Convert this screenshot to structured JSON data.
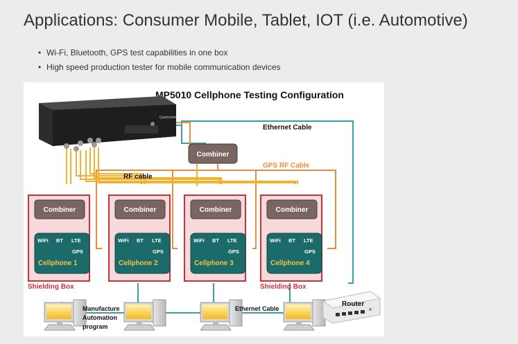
{
  "page": {
    "title": "Applications: Consumer Mobile, Tablet, IOT (i.e. Automotive)",
    "bullets": [
      "Wi-Fi, Bluetooth, GPS test capabilities in one box",
      "High speed production tester for mobile communication devices"
    ]
  },
  "diagram": {
    "title": "MP5010 Cellphone Testing Configuration",
    "instrument_brand": "Qualcomm",
    "main_combiner_label": "Combiner",
    "cable_labels": {
      "ethernet_top": "Ethernet Cable",
      "gps_rf": "GPS RF Cable",
      "rf": "RF cable",
      "ethernet_bottom": "Ethernet Cable"
    },
    "stations": [
      {
        "combiner": "Combiner",
        "wifi": "WiFi",
        "bt": "BT",
        "lte": "LTE",
        "gps": "GPS",
        "phone": "Cellphone  1"
      },
      {
        "combiner": "Combiner",
        "wifi": "WiFi",
        "bt": "BT",
        "lte": "LTE",
        "gps": "GPS",
        "phone": "Cellphone  2"
      },
      {
        "combiner": "Combiner",
        "wifi": "WiFi",
        "bt": "BT",
        "lte": "LTE",
        "gps": "GPS",
        "phone": "Cellphone  3"
      },
      {
        "combiner": "Combiner",
        "wifi": "WiFi",
        "bt": "BT",
        "lte": "LTE",
        "gps": "GPS",
        "phone": "Cellphone  4"
      }
    ],
    "shielding_labels": [
      "Shielding  Box",
      "Shielding  Box"
    ],
    "pc_label_lines": [
      "Manufacture",
      "Automation",
      "program"
    ],
    "router_label": "Router",
    "colors": {
      "rf_cable": "#f5b12a",
      "gps_cable": "#ef8a3c",
      "ethernet": "#3aa0a6",
      "shield_border": "#c8323a",
      "shield_fill": "#f7d9db",
      "combiner_fill": "#7a6660",
      "phone_fill": "#1c6b6b",
      "phone_text": "#f6c343",
      "label_red": "#c8323a"
    }
  }
}
